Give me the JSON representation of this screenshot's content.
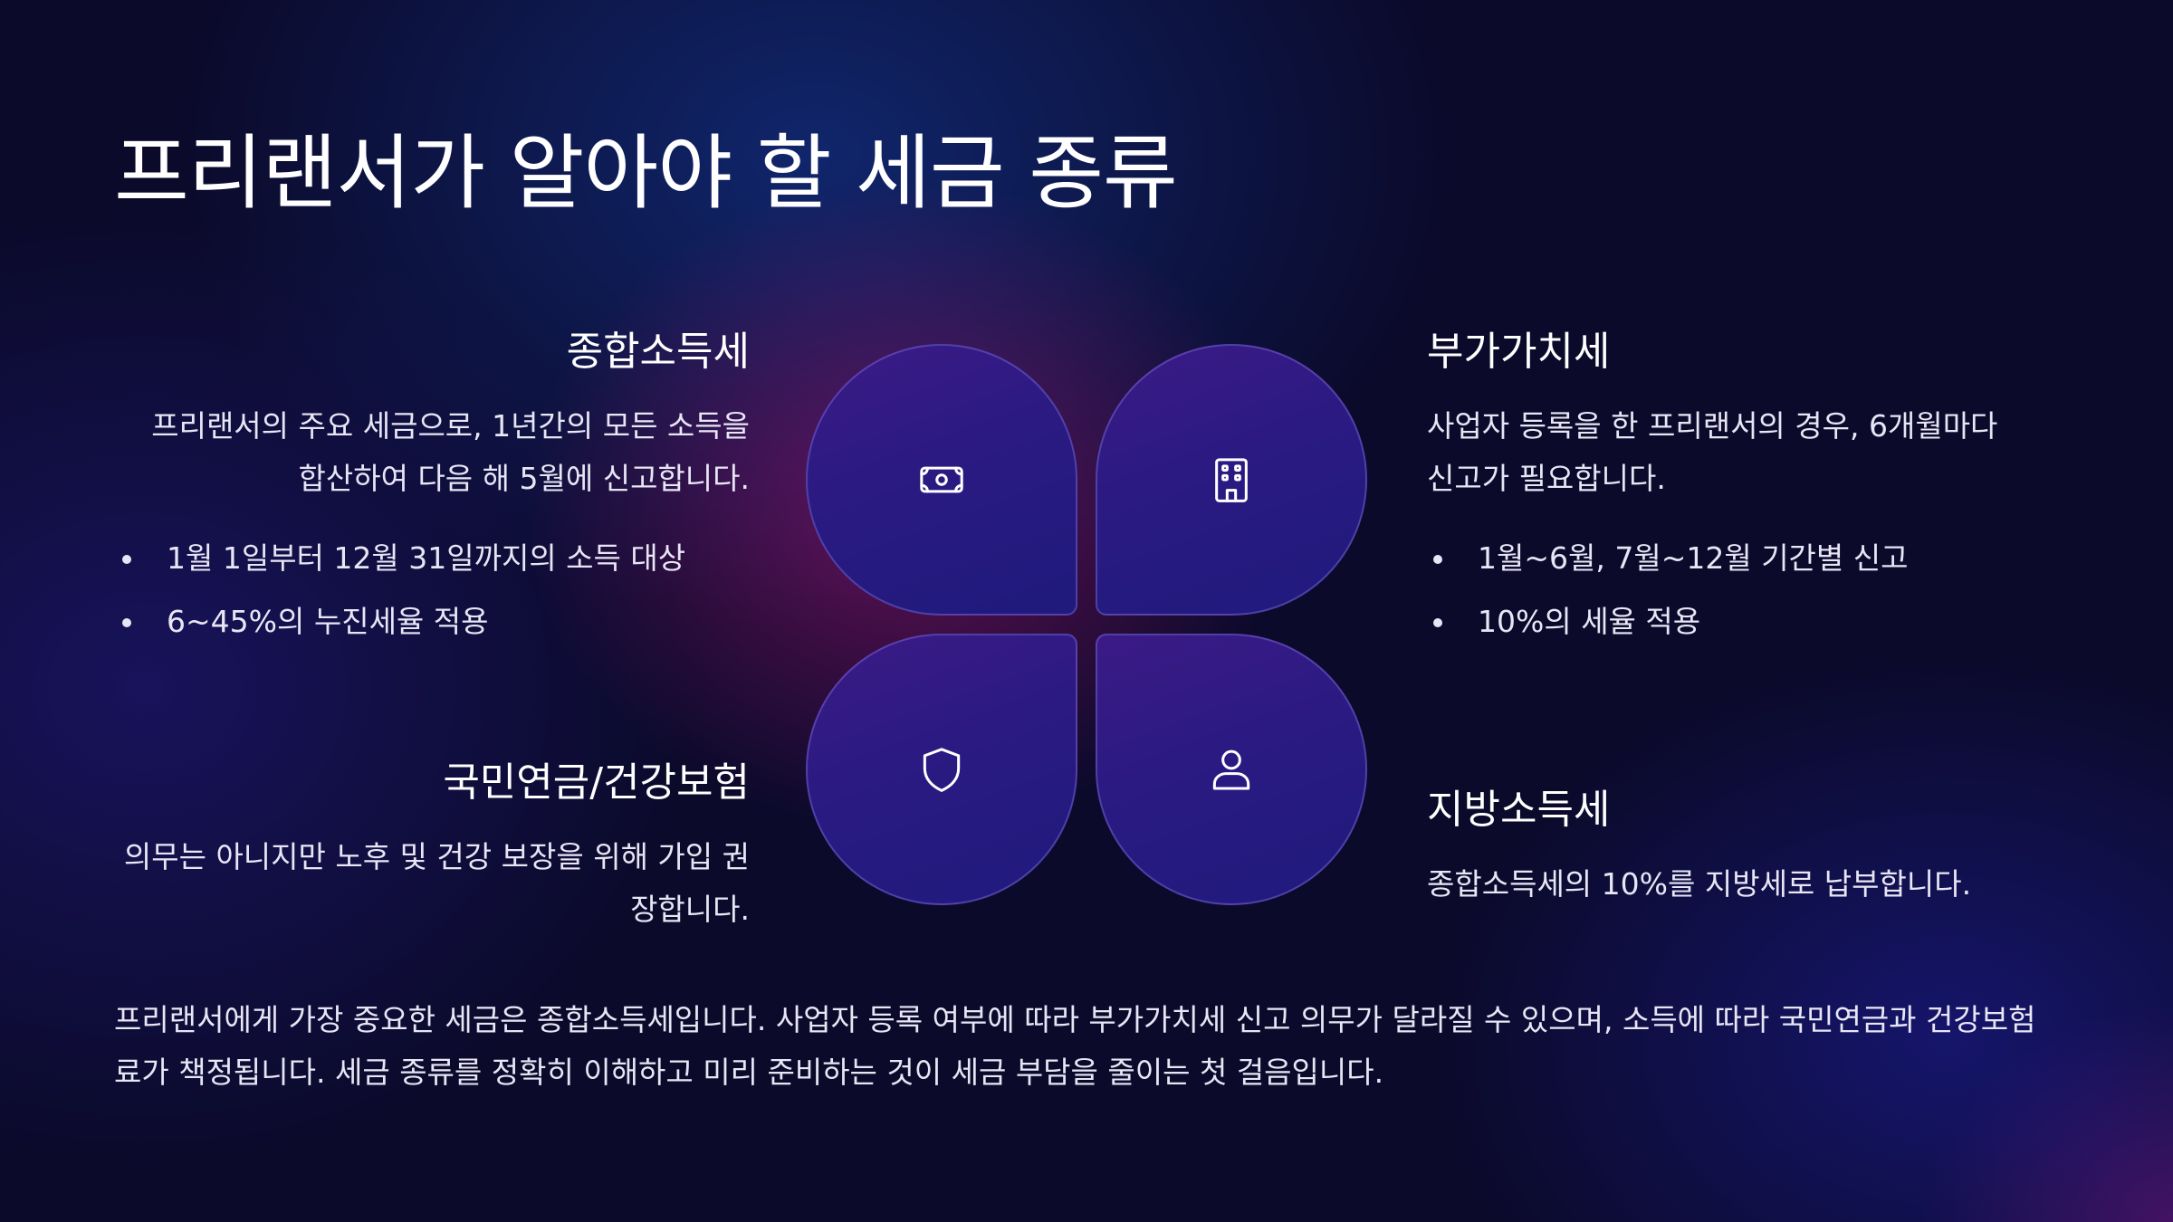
{
  "title": "프리랜서가 알아야 할 세금 종류",
  "sections": {
    "income_tax": {
      "heading": "종합소득세",
      "description": "프리랜서의 주요 세금으로, 1년간의 모든 소득을 합산하여 다음 해 5월에 신고합니다.",
      "bullets": [
        "1월 1일부터 12월 31일까지의 소득 대상",
        "6~45%의 누진세율 적용"
      ],
      "icon": "money-icon"
    },
    "vat": {
      "heading": "부가가치세",
      "description": "사업자 등록을 한 프리랜서의 경우, 6개월마다 신고가 필요합니다.",
      "bullets": [
        "1월~6월, 7월~12월 기간별 신고",
        "10%의 세율 적용"
      ],
      "icon": "building-icon"
    },
    "pension_insurance": {
      "heading": "국민연금/건강보험",
      "description": "의무는 아니지만 노후 및 건강 보장을 위해 가입 권장합니다.",
      "icon": "shield-icon"
    },
    "local_income_tax": {
      "heading": "지방소득세",
      "description": "종합소득세의 10%를 지방세로 납부합니다.",
      "icon": "user-icon"
    }
  },
  "footer": "프리랜서에게 가장 중요한 세금은 종합소득세입니다. 사업자 등록 여부에 따라 부가가치세 신고 의무가 달라질 수 있으며, 소득에 따라 국민연금과 건강보험료가 책정됩니다. 세금 종류를 정확히 이해하고 미리 준비하는 것이 세금 부담을 줄이는 첫 걸음입니다.",
  "colors": {
    "background": "#0b0a2b",
    "petal": "#2a1a82",
    "accent_glow": "#aa1478",
    "text": "#ffffff"
  }
}
